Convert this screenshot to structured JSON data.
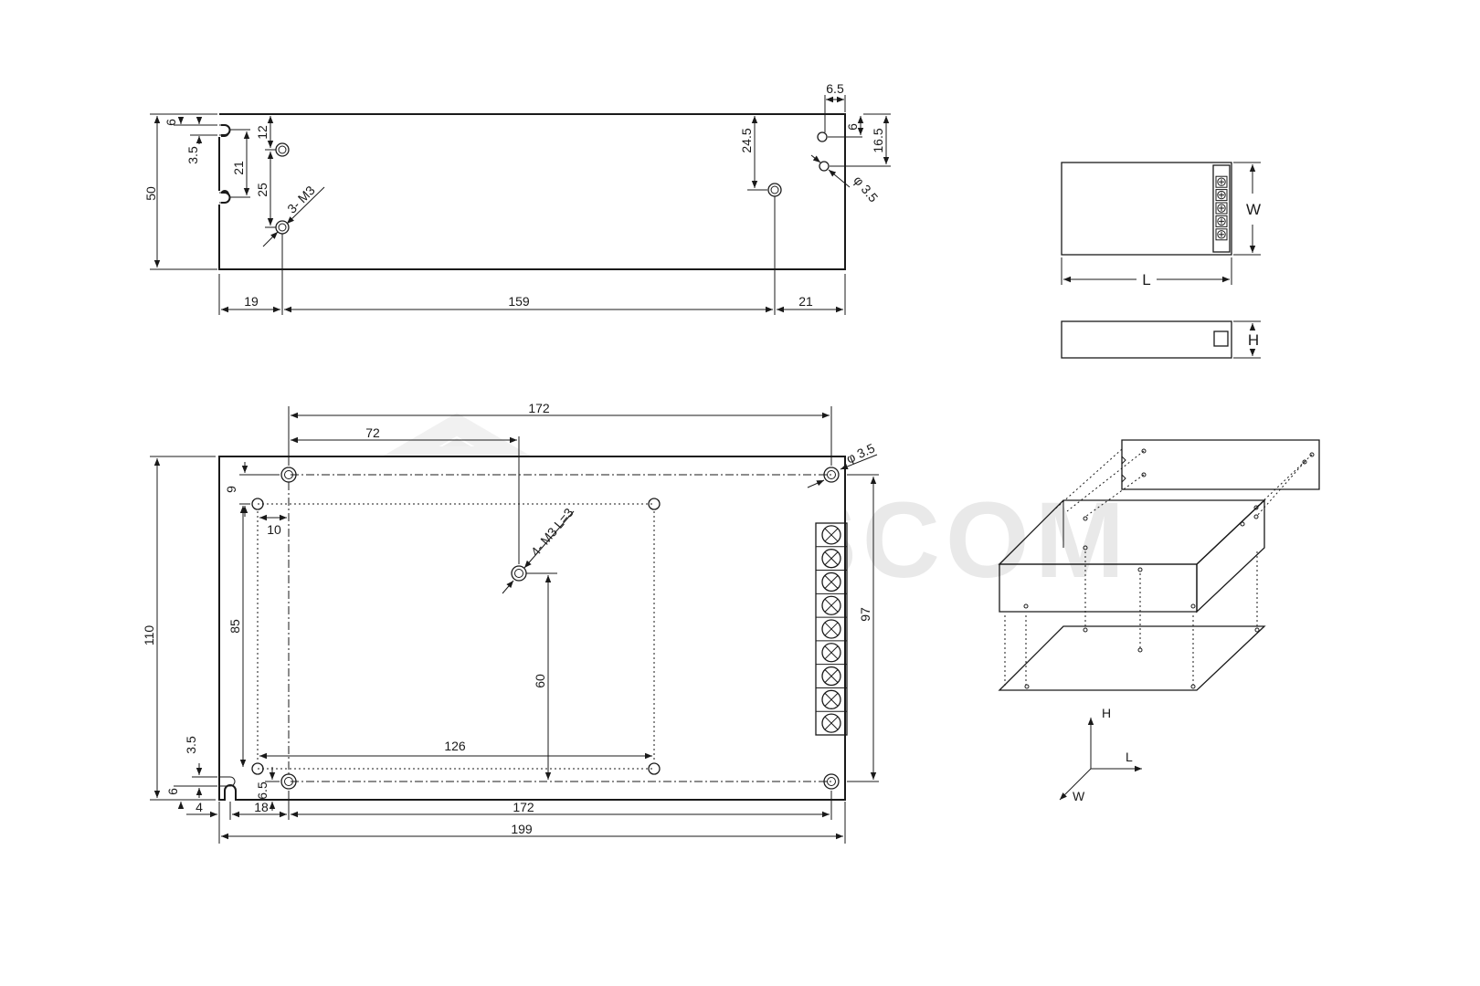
{
  "watermark": "PLUSCOM",
  "side_view": {
    "dims": {
      "height": "50",
      "slot_top": "6",
      "slot_w": "3.5",
      "slot_pitch": "21",
      "hole_top": "12",
      "hole_pitch": "25",
      "hole_callout": "3- M3",
      "right_hole_top": "24.5",
      "right_edge": "6.5",
      "right_top": "6",
      "right_pitch": "16.5",
      "right_diam": "φ 3.5",
      "left": "19",
      "center": "159",
      "right": "21"
    }
  },
  "top_view": {
    "dims": {
      "top_span": "172",
      "top_mid": "72",
      "hole_diam": "φ 3.5",
      "offset_v": "9",
      "offset_h": "10",
      "inner_v": "85",
      "total_height": "110",
      "center_callout": "4- M3 L=3",
      "mid_v": "60",
      "terminal_span": "97",
      "inner_h": "126",
      "slot_w": "3.5",
      "slot_bottom": "6",
      "bottom_edge": "6.5",
      "bottom_left": "4",
      "bottom_offset": "18",
      "bottom_span": "172",
      "total_width": "199"
    }
  },
  "orientation": {
    "length": "L",
    "width": "W",
    "height": "H"
  }
}
